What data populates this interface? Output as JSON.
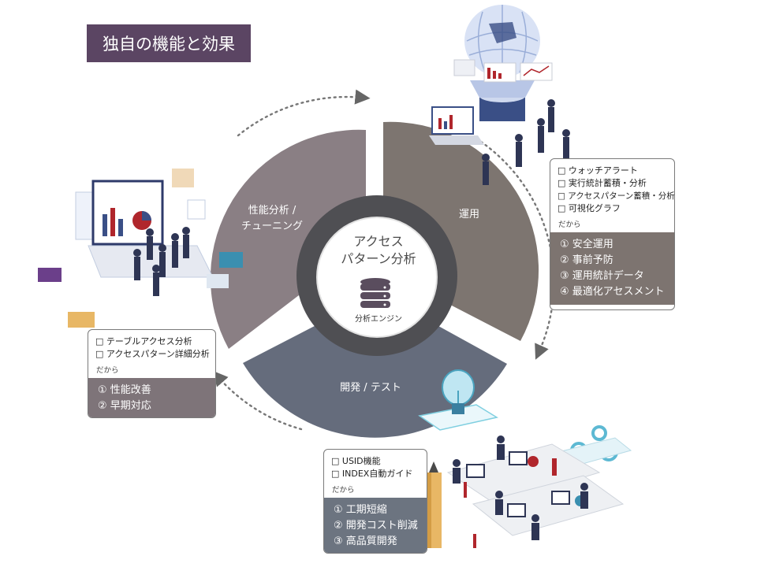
{
  "title": "独自の機能と効果",
  "hub": {
    "title_line1": "アクセス",
    "title_line2": "パターン分析",
    "engine_label": "分析エンジン",
    "engine_icon": "database-icon"
  },
  "segments": {
    "performance": {
      "line1": "性能分析 /",
      "line2": "チューニング",
      "color": "#8a7f84"
    },
    "operation": {
      "label": "運用",
      "color": "#7d7570"
    },
    "development": {
      "label": "開発 / テスト",
      "color": "#656c7c"
    }
  },
  "panels": {
    "left": {
      "features": [
        "□ テーブルアクセス分析",
        "□ アクセスパターン詳細分析"
      ],
      "separator": "だから",
      "benefits": [
        "① 性能改善",
        "② 早期対応"
      ]
    },
    "right": {
      "features": [
        "□ ウォッチアラート",
        "□ 実行統計蓄積・分析",
        "□ アクセスパターン蓄積・分析",
        "□ 可視化グラフ"
      ],
      "separator": "だから",
      "benefits": [
        "① 安全運用",
        "② 事前予防",
        "③ 運用統計データ",
        "④ 最適化アセスメント"
      ]
    },
    "bottom": {
      "features": [
        "□ USID機能",
        "□ INDEX自動ガイド"
      ],
      "separator": "だから",
      "benefits": [
        "① 工期短縮",
        "② 開発コスト削減",
        "③ 高品質開発"
      ]
    }
  },
  "illustrations": [
    "globe-icon",
    "dashboard-icon",
    "lightbulb-icon",
    "office-icon",
    "pencil-icon",
    "gears-icon"
  ],
  "colors": {
    "title_bg": "#5b4563",
    "ring": "#4f4f53",
    "hub": "#ffffff"
  }
}
